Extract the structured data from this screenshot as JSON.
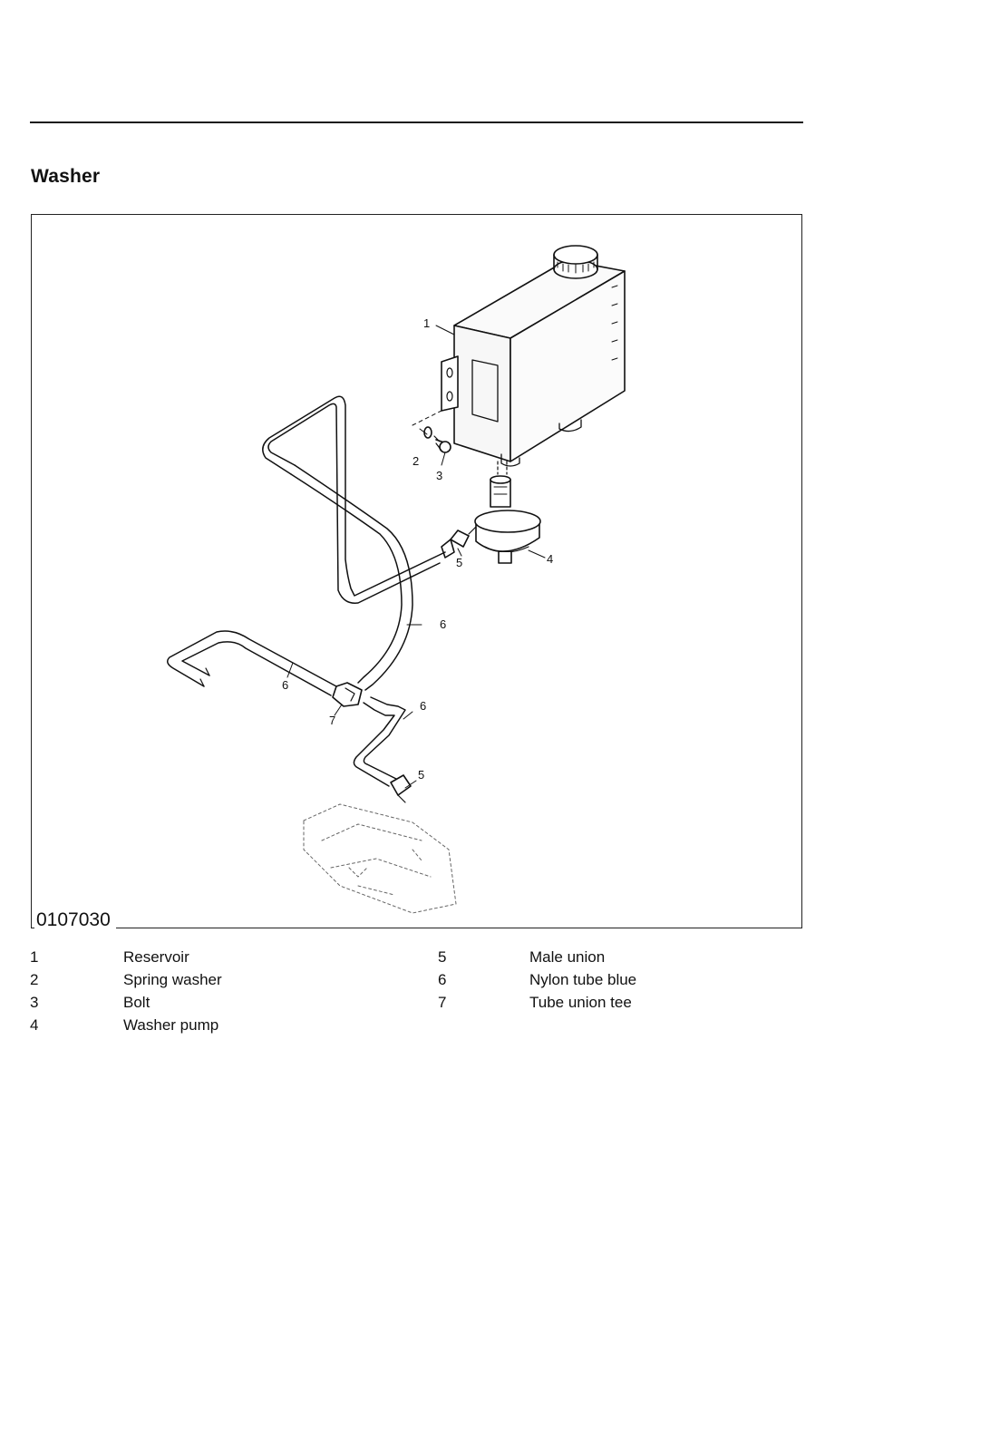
{
  "section": {
    "title": "Washer"
  },
  "figure": {
    "id": "0107030",
    "callouts": {
      "reservoir": "1",
      "spring_washer": "2",
      "bolt": "3",
      "washer_pump": "4",
      "male_union_top": "5",
      "male_union_bottom": "5",
      "tube_right": "6",
      "tube_left": "6",
      "tube_lower": "6",
      "tee": "7"
    }
  },
  "legend": {
    "left": [
      {
        "num": "1",
        "text": "Reservoir"
      },
      {
        "num": "2",
        "text": "Spring washer"
      },
      {
        "num": "3",
        "text": "Bolt"
      },
      {
        "num": "4",
        "text": "Washer pump"
      }
    ],
    "right": [
      {
        "num": "5",
        "text": "Male union"
      },
      {
        "num": "6",
        "text": "Nylon tube blue"
      },
      {
        "num": "7",
        "text": "Tube union tee"
      }
    ]
  }
}
